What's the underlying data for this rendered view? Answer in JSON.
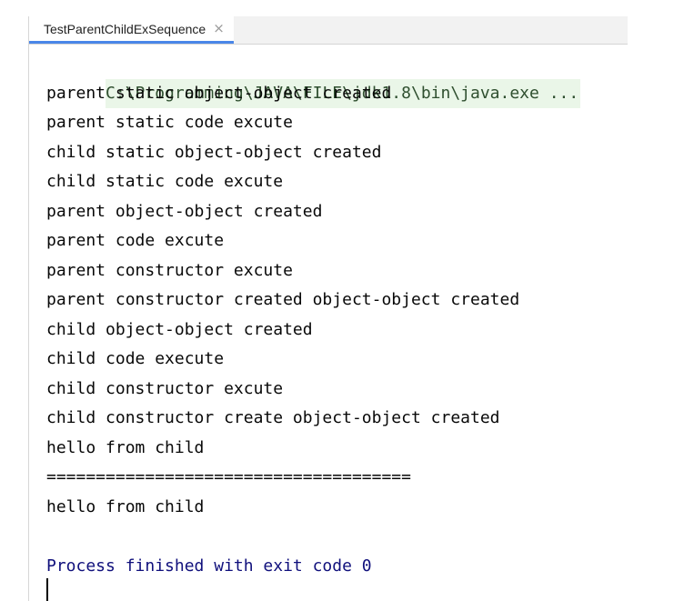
{
  "tab": {
    "title": "TestParentChildExSequence",
    "close_glyph": "×"
  },
  "console": {
    "command": "C:\\Programming\\JAVA\\FILE\\jdk1.8\\bin\\java.exe ...",
    "lines": [
      "parent static object-object created",
      "parent static code excute",
      "child static object-object created",
      "child static code excute",
      "parent object-object created",
      "parent code excute",
      "parent constructor excute",
      "parent constructor created object-object created",
      "child object-object created",
      "child code execute",
      "child constructor excute",
      "child constructor create object-object created",
      "hello from child",
      "=====================================",
      "hello from child"
    ],
    "exit_message": "Process finished with exit code 0"
  },
  "colors": {
    "tab_underline": "#4a86e8",
    "command_background": "#eaf6e8",
    "exit_text": "#10107c"
  }
}
